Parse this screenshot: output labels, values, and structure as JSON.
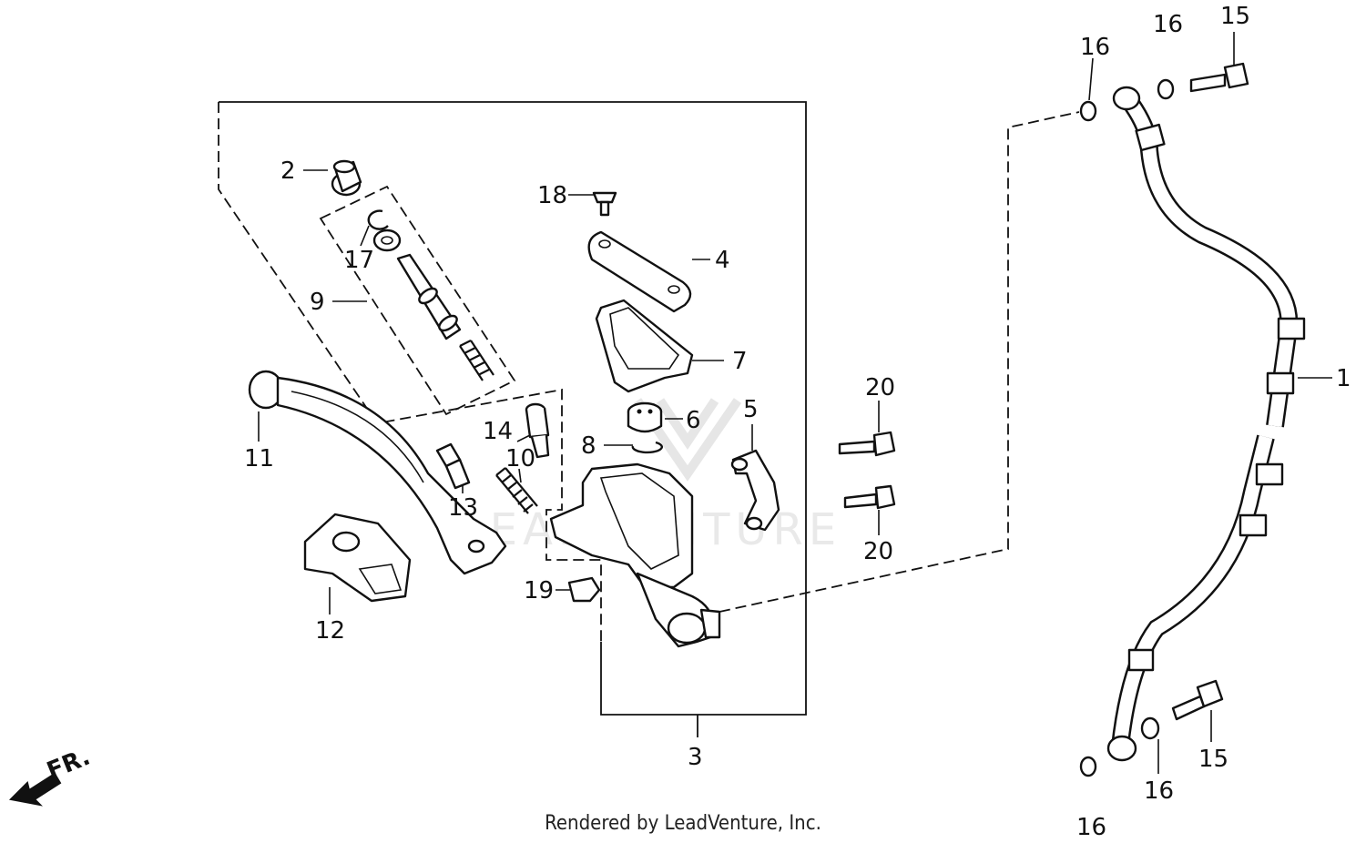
{
  "footer": "Rendered by LeadVenture, Inc.",
  "direction_marker": "FR.",
  "watermark": "LEADVENTURE",
  "callouts": {
    "p1": "1",
    "p2": "2",
    "p3": "3",
    "p4": "4",
    "p5": "5",
    "p6": "6",
    "p7": "7",
    "p8": "8",
    "p9": "9",
    "p10": "10",
    "p11": "11",
    "p12": "12",
    "p13": "13",
    "p14": "14",
    "p15a": "15",
    "p15b": "15",
    "p16a": "16",
    "p16b": "16",
    "p16c": "16",
    "p16d": "16",
    "p17": "17",
    "p18": "18",
    "p19": "19",
    "p20a": "20",
    "p20b": "20"
  }
}
